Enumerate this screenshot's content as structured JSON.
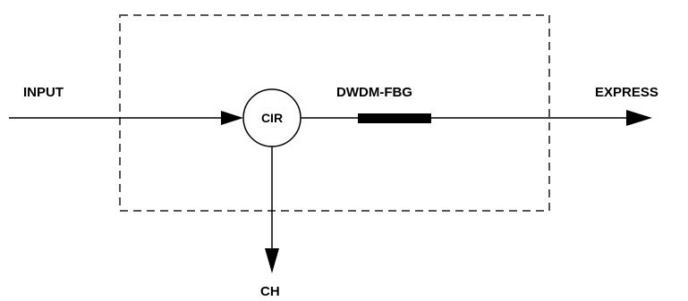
{
  "diagram": {
    "labels": {
      "input": "INPUT",
      "circulator": "CIR",
      "grating": "DWDM-FBG",
      "express": "EXPRESS",
      "channel": "CH"
    },
    "colors": {
      "stroke": "#000000",
      "background": "#ffffff",
      "box_border": "#555555"
    }
  }
}
